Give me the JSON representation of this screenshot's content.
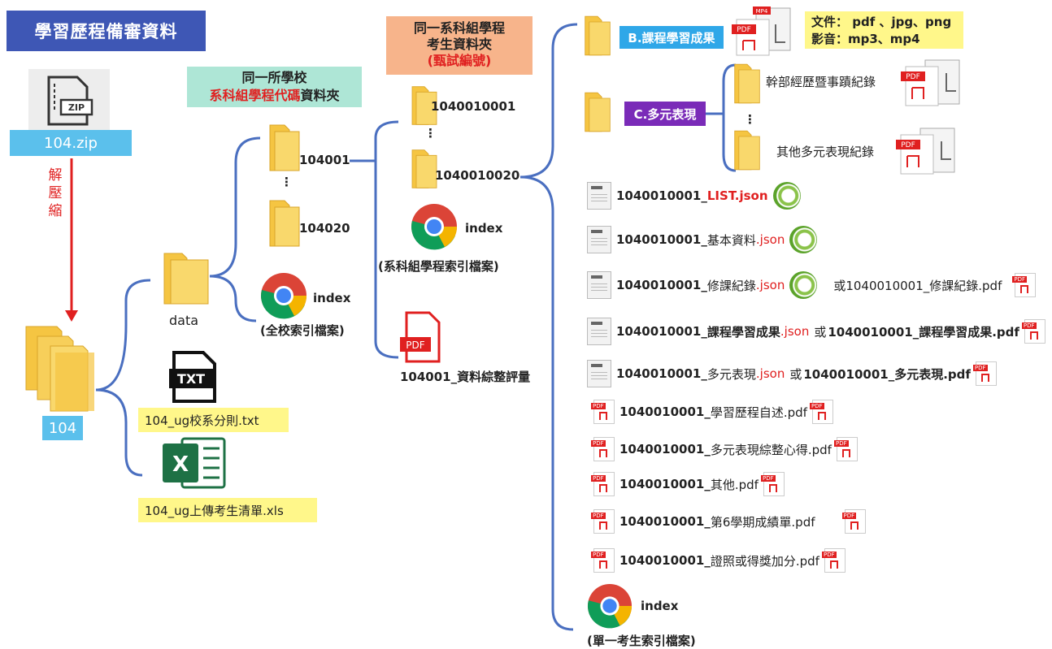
{
  "title": "學習歷程備審資料",
  "zip": {
    "file": "104.zip",
    "icon_label": "ZIP"
  },
  "unzip_label": [
    "解",
    "壓",
    "縮"
  ],
  "folder_104": "104",
  "data_folder": "data",
  "school_box": {
    "line1": "同一所學校",
    "line2_red": "系科組學程代碼",
    "line2_black": "資料夾"
  },
  "dept_folders": {
    "first": "104001",
    "dots": "⋮",
    "last": "104020"
  },
  "school_index": {
    "label": "index",
    "caption": "(全校索引檔案)"
  },
  "txt_file": {
    "icon_label": "TXT",
    "name": "104_ug校系分則.txt"
  },
  "xls_file": {
    "name": "104_ug上傳考生清單.xls"
  },
  "student_box": {
    "line1": "同一系科組學程",
    "line2": "考生資料夾",
    "line3_red": "(甄試編號)"
  },
  "student_folders": {
    "first": "1040010001",
    "dots": "⋮",
    "last": "1040010020"
  },
  "dept_index": {
    "label": "index",
    "caption": "(系科組學程索引檔案)"
  },
  "dept_pdf": {
    "icon_label": "PDF",
    "name": "104001_資料綜整評量"
  },
  "course_results": {
    "label": "B.課程學習成果",
    "color": "#2FA7E8"
  },
  "formats": {
    "line1": "文件： pdf 、jpg、png",
    "line2": "影音：mp3、mp4"
  },
  "diverse": {
    "label": "C.多元表現",
    "color": "#7A2BB8",
    "sub1": "幹部經歷暨事蹟紀錄",
    "dots": "⋮",
    "sub2": "其他多元表現紀錄"
  },
  "files": [
    {
      "main": "1040010001_",
      "red": "LIST.json",
      "alt": ""
    },
    {
      "main": "1040010001_",
      "plain": "基本資料",
      "red": ".json",
      "alt": ""
    },
    {
      "main": "1040010001_",
      "plain": "修課紀錄",
      "red": ".json",
      "alt": "或1040010001_修課紀錄.pdf"
    },
    {
      "main": "1040010001_",
      "plain": "課程學習成果",
      "red": ".json",
      "alt_pre": "或",
      "alt": "1040010001_課程學習成果.pdf"
    },
    {
      "main": "1040010001_",
      "plain": "多元表現",
      "red": ".json",
      "alt_pre": "或",
      "alt": "1040010001_多元表現.pdf"
    },
    {
      "main": "1040010001_",
      "plain": "學習歷程自述.pdf"
    },
    {
      "main": "1040010001_",
      "plain": "多元表現綜整心得.pdf"
    },
    {
      "main": "1040010001_",
      "plain": "其他.pdf"
    },
    {
      "main": "1040010001_",
      "plain": "第6學期成績單.pdf"
    },
    {
      "main": "1040010001_",
      "plain": "證照或得獎加分.pdf"
    }
  ],
  "student_index": {
    "label": "index",
    "caption": "(單一考生索引檔案)"
  },
  "icon_text": {
    "pdf": "PDF",
    "mp4": "MP4"
  },
  "colors": {
    "title_bg": "#3E57B5",
    "zip_bg": "#5BC0EC",
    "line": "#4A6FC0",
    "arrow": "#E02020",
    "folder": "#F5C542"
  }
}
